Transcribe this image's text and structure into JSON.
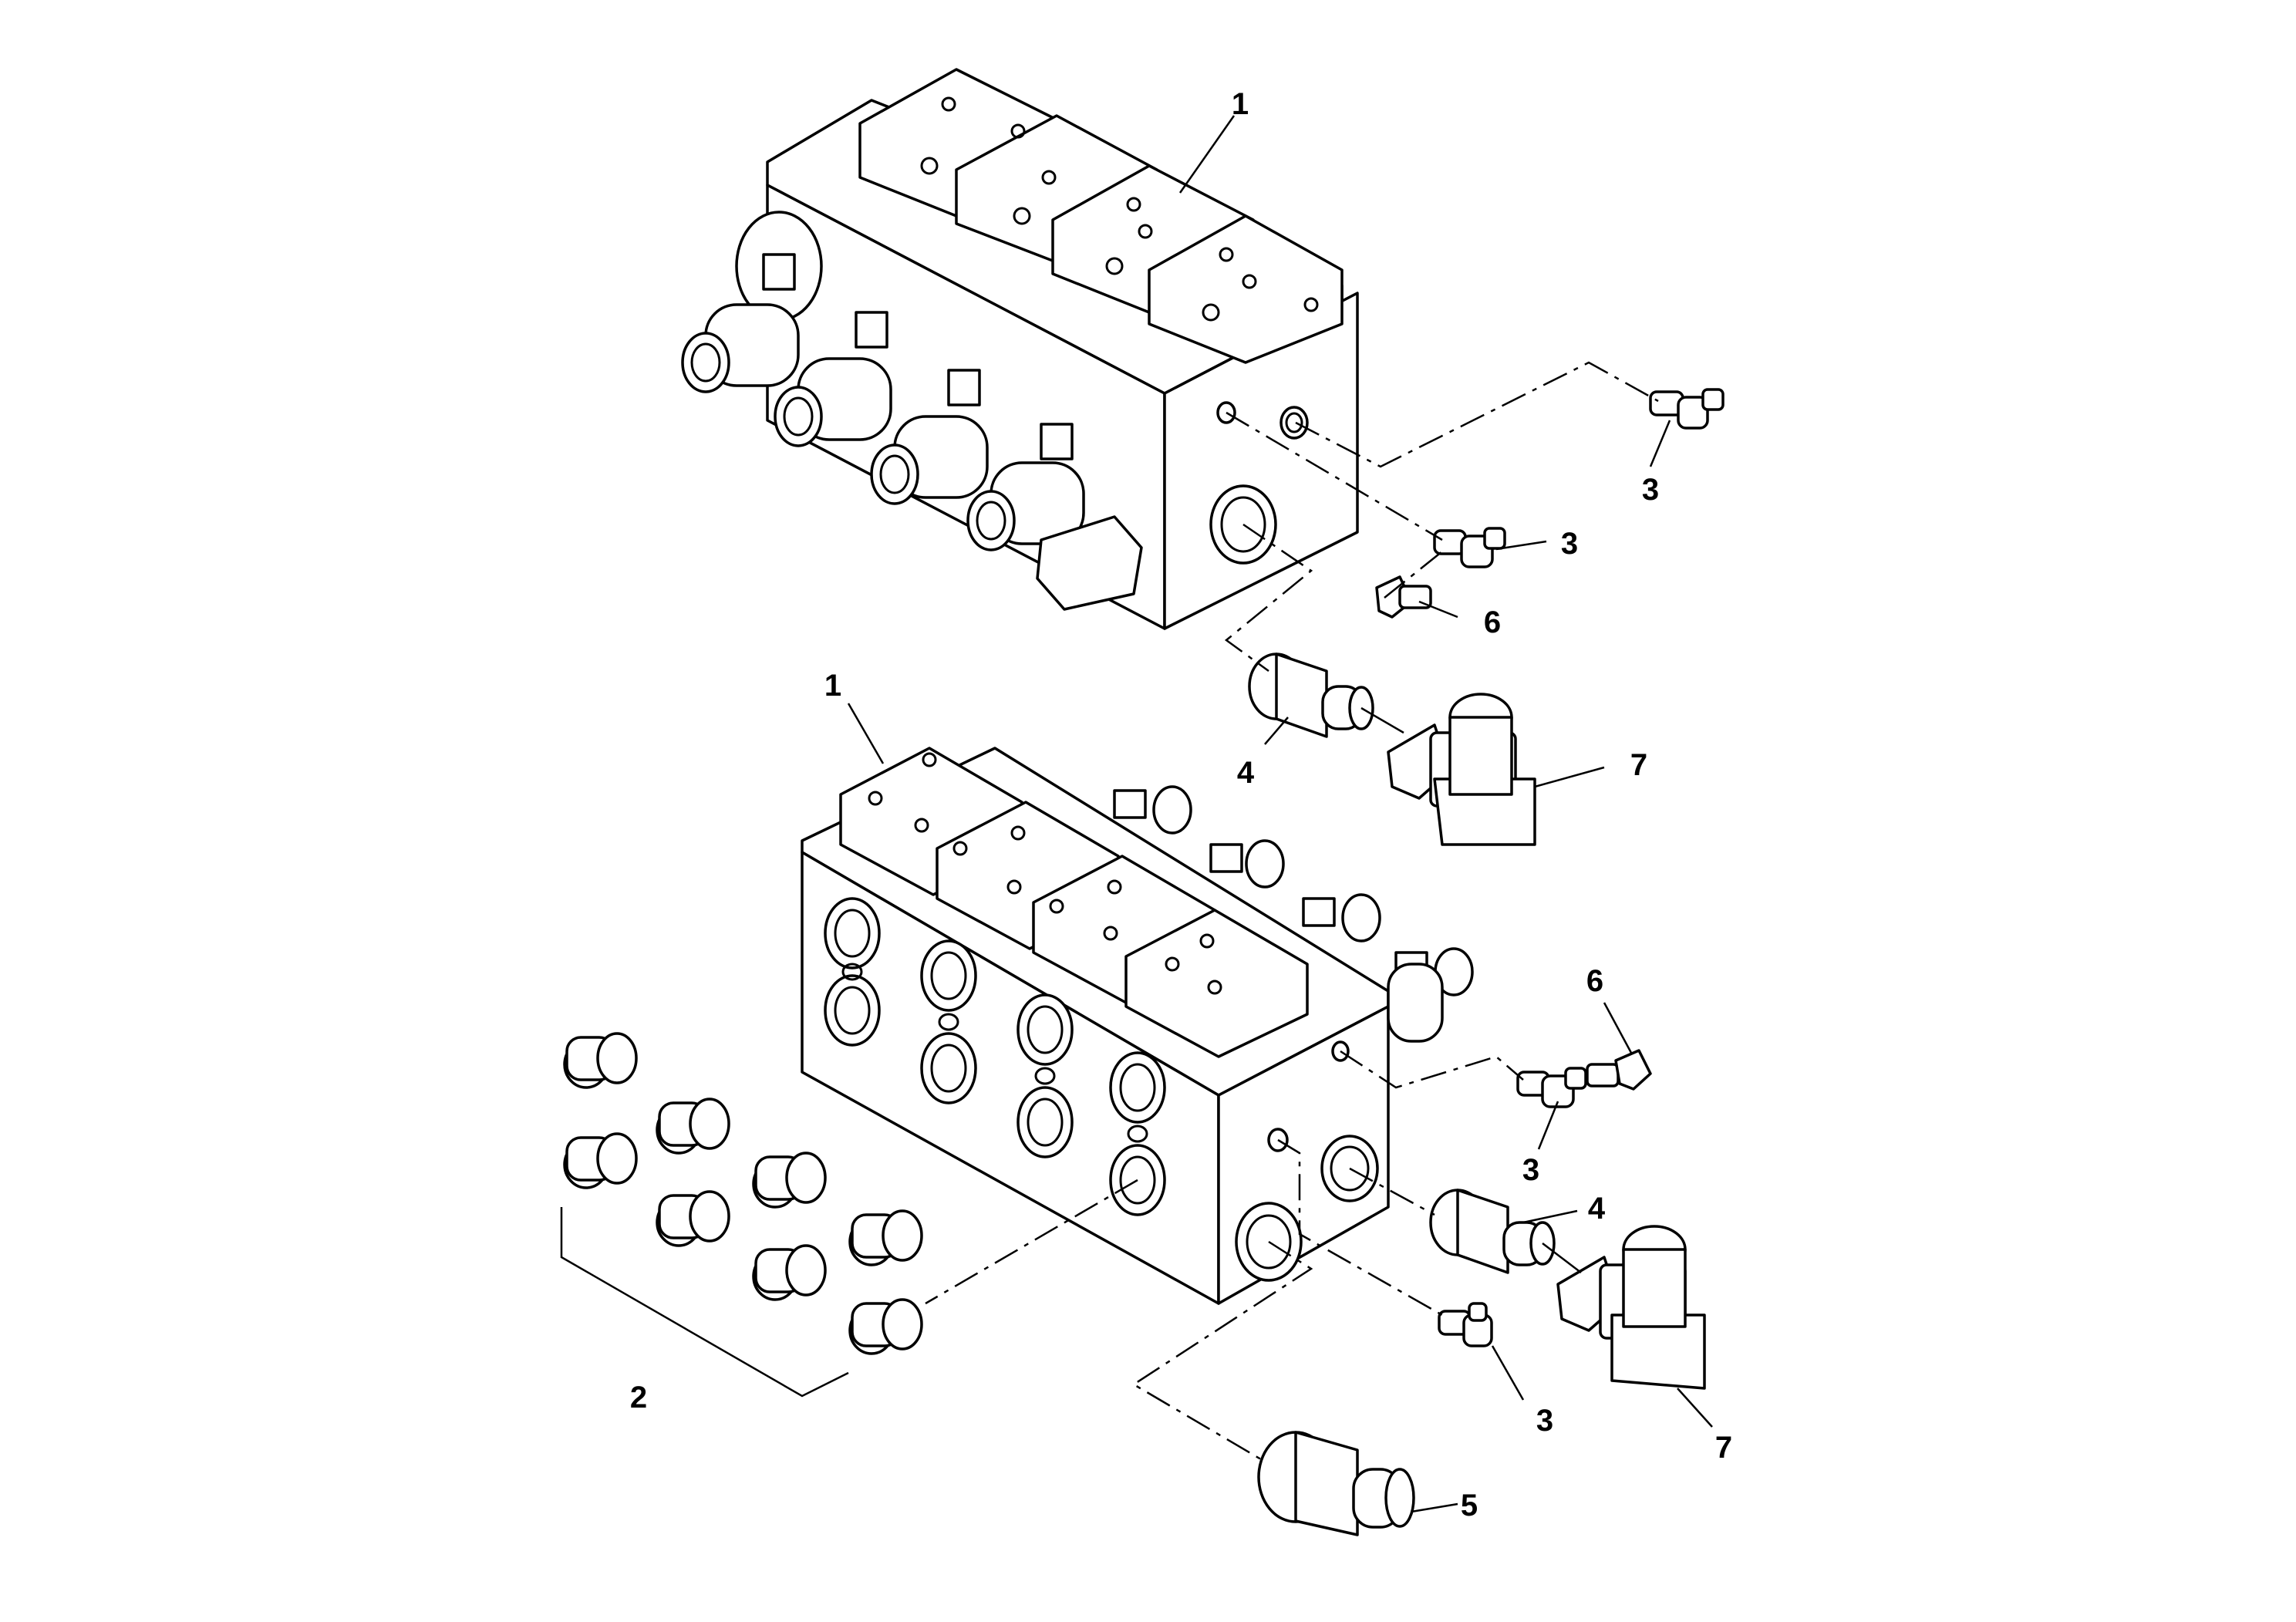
{
  "callouts": {
    "top_1": "1",
    "top_3a": "3",
    "top_3b": "3",
    "top_6": "6",
    "mid_4": "4",
    "mid_7": "7",
    "bot_1": "1",
    "bot_6": "6",
    "bot_3a": "3",
    "bot_4": "4",
    "bot_7": "7",
    "bot_3b": "3",
    "bot_2": "2",
    "bot_5": "5"
  }
}
